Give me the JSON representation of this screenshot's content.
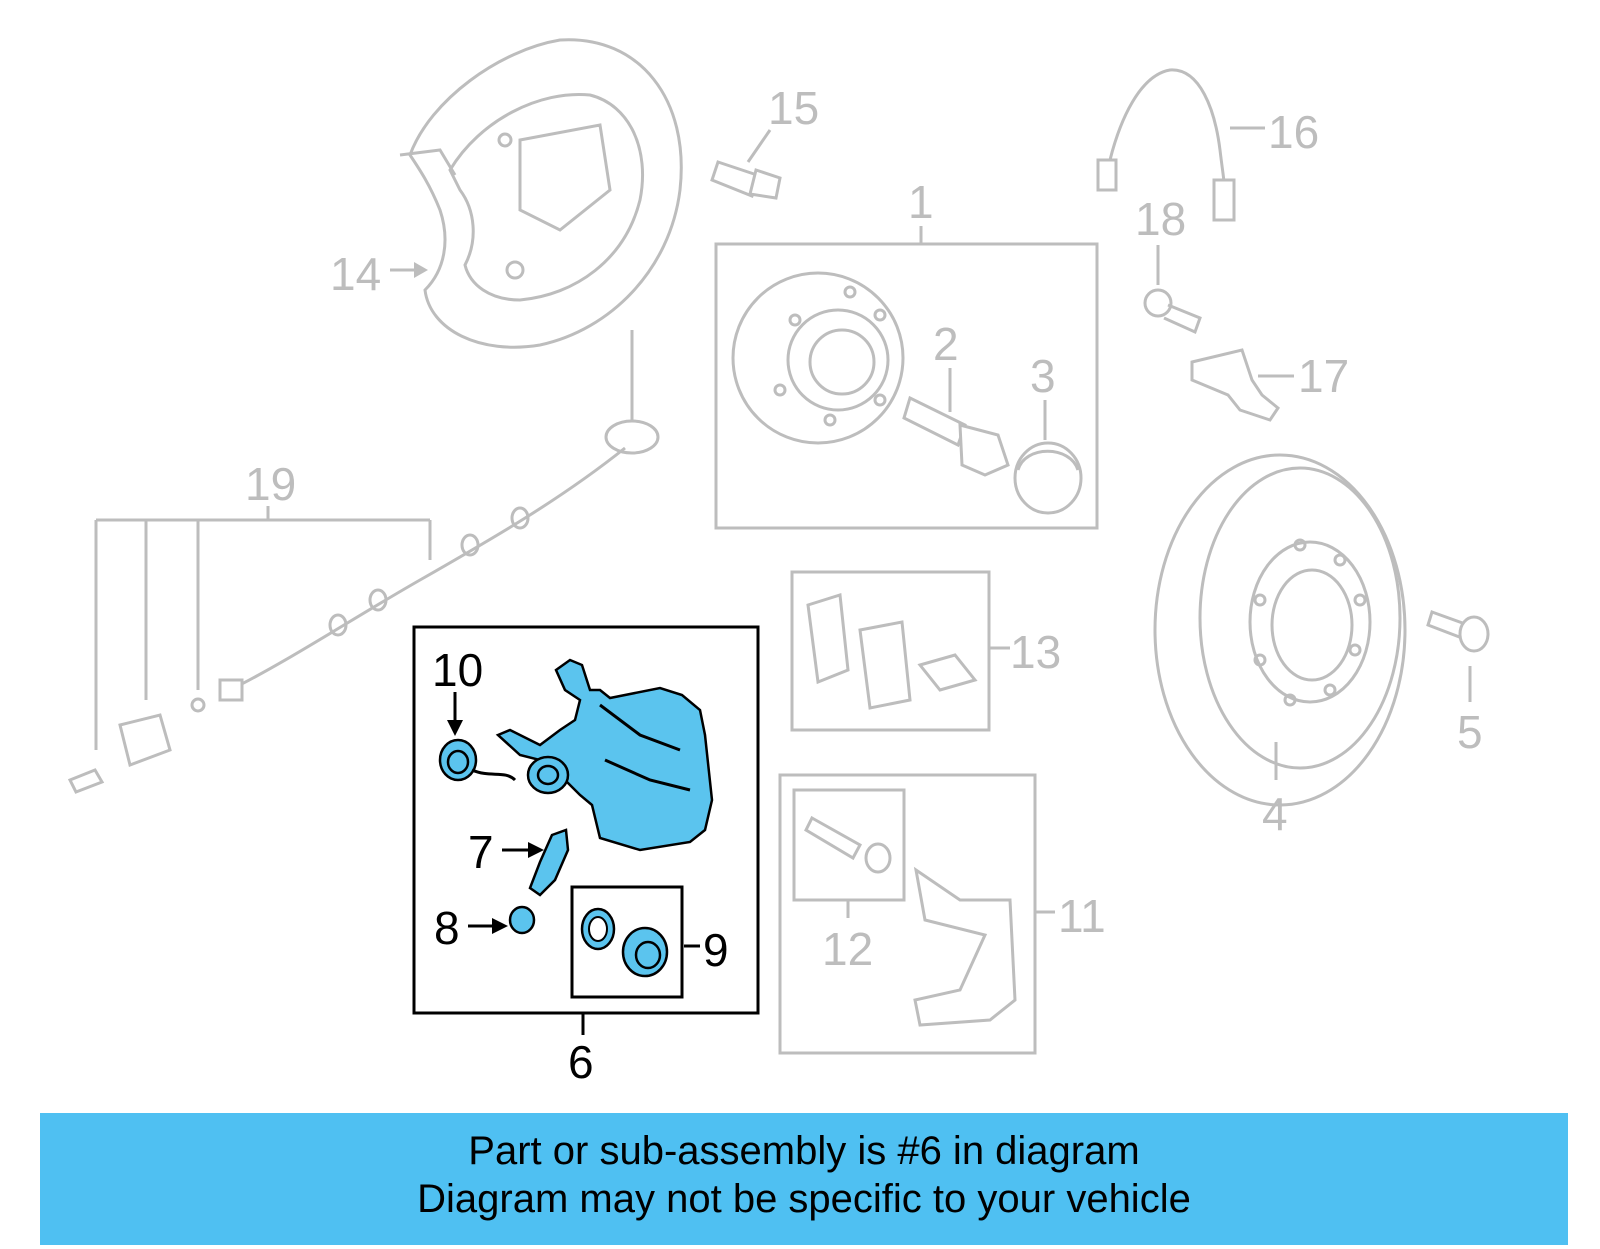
{
  "banner": {
    "line1": "Part or sub-assembly is #6 in diagram",
    "line2": "Diagram may not be specific to your vehicle"
  },
  "highlight_color": "#5bc4ee",
  "banner_color": "#4fc0f2",
  "callouts": {
    "c1": "1",
    "c2": "2",
    "c3": "3",
    "c4": "4",
    "c5": "5",
    "c6": "6",
    "c7": "7",
    "c8": "8",
    "c9": "9",
    "c10": "10",
    "c11": "11",
    "c12": "12",
    "c13": "13",
    "c14": "14",
    "c15": "15",
    "c16": "16",
    "c17": "17",
    "c18": "18",
    "c19": "19"
  }
}
